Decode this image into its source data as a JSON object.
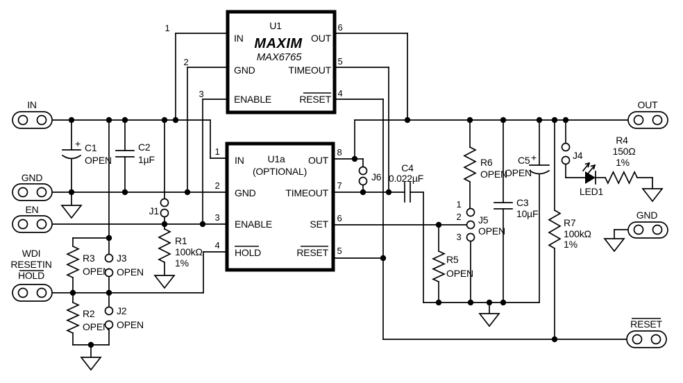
{
  "connectors": {
    "in": "IN",
    "gnd_left": "GND",
    "en": "EN",
    "wdi_lines": [
      "WDI",
      "RESETIN",
      "HOLD"
    ],
    "out": "OUT",
    "gnd_right": "GND",
    "reset": "RESET"
  },
  "ics": {
    "u1": {
      "ref": "U1",
      "brand": "MAXIM",
      "part": "MAX6765",
      "pins_left": [
        {
          "num": "1",
          "name": "IN"
        },
        {
          "num": "2",
          "name": "GND"
        },
        {
          "num": "3",
          "name": "ENABLE"
        }
      ],
      "pins_right": [
        {
          "num": "6",
          "name": "OUT"
        },
        {
          "num": "5",
          "name": "TIMEOUT"
        },
        {
          "num": "4",
          "name": "RESET"
        }
      ]
    },
    "u1a": {
      "ref": "U1a",
      "note": "(OPTIONAL)",
      "pins_left": [
        {
          "num": "1",
          "name": "IN"
        },
        {
          "num": "2",
          "name": "GND"
        },
        {
          "num": "3",
          "name": "ENABLE"
        },
        {
          "num": "4",
          "name": "HOLD"
        }
      ],
      "pins_right": [
        {
          "num": "8",
          "name": "OUT"
        },
        {
          "num": "7",
          "name": "TIMEOUT"
        },
        {
          "num": "6",
          "name": "SET"
        },
        {
          "num": "5",
          "name": "RESET"
        }
      ]
    }
  },
  "components": {
    "c1": {
      "ref": "C1",
      "value": "OPEN",
      "polarity": "+"
    },
    "c2": {
      "ref": "C2",
      "value": "1µF"
    },
    "c3": {
      "ref": "C3",
      "value": "10µF"
    },
    "c4": {
      "ref": "C4",
      "value": "0.022µF"
    },
    "c5": {
      "ref": "C5",
      "value": "OPEN",
      "polarity": "+"
    },
    "r1": {
      "ref": "R1",
      "value": "100kΩ",
      "tolerance": "1%"
    },
    "r2": {
      "ref": "R2",
      "value": "OPEN"
    },
    "r3": {
      "ref": "R3",
      "value": "OPEN"
    },
    "r4": {
      "ref": "R4",
      "value": "150Ω",
      "tolerance": "1%"
    },
    "r5": {
      "ref": "R5",
      "value": "OPEN"
    },
    "r6": {
      "ref": "R6",
      "value": "OPEN"
    },
    "r7": {
      "ref": "R7",
      "value": "100kΩ",
      "tolerance": "1%"
    },
    "led1": {
      "ref": "LED1"
    },
    "j1": {
      "ref": "J1"
    },
    "j2": {
      "ref": "J2",
      "value": "OPEN"
    },
    "j3": {
      "ref": "J3",
      "value": "OPEN"
    },
    "j4": {
      "ref": "J4"
    },
    "j5": {
      "ref": "J5",
      "value": "OPEN",
      "pin_numbers": [
        "1",
        "2",
        "3"
      ]
    },
    "j6": {
      "ref": "J6"
    }
  },
  "colors": {
    "wire": "#000000",
    "background": "#ffffff"
  }
}
